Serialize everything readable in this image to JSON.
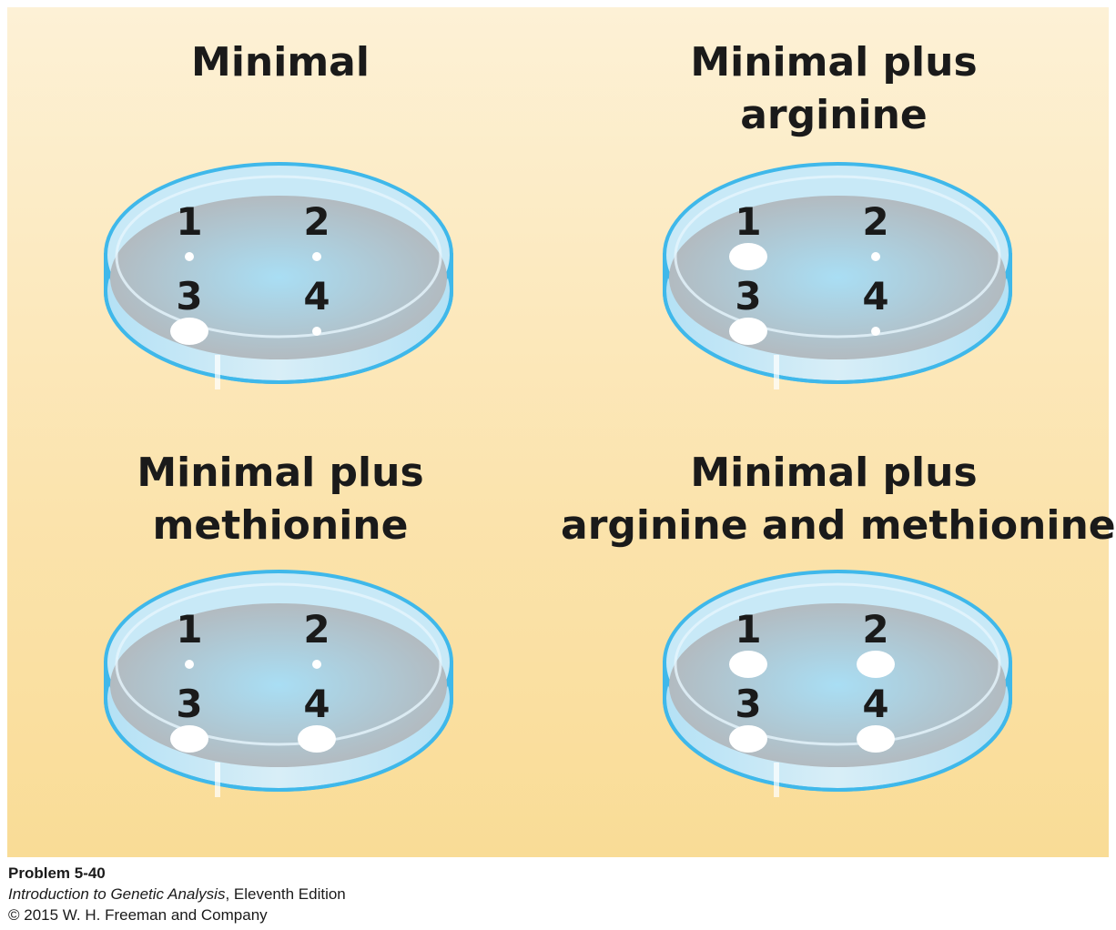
{
  "plates": [
    {
      "title_lines": [
        "Minimal"
      ],
      "spots": [
        {
          "label": "1",
          "growth": false
        },
        {
          "label": "2",
          "growth": false
        },
        {
          "label": "3",
          "growth": true
        },
        {
          "label": "4",
          "growth": false
        }
      ]
    },
    {
      "title_lines": [
        "Minimal plus",
        "arginine"
      ],
      "spots": [
        {
          "label": "1",
          "growth": true
        },
        {
          "label": "2",
          "growth": false
        },
        {
          "label": "3",
          "growth": true
        },
        {
          "label": "4",
          "growth": false
        }
      ]
    },
    {
      "title_lines": [
        "Minimal plus",
        "methionine"
      ],
      "spots": [
        {
          "label": "1",
          "growth": false
        },
        {
          "label": "2",
          "growth": false
        },
        {
          "label": "3",
          "growth": true
        },
        {
          "label": "4",
          "growth": true
        }
      ]
    },
    {
      "title_lines": [
        "Minimal plus",
        "arginine and methionine"
      ],
      "spots": [
        {
          "label": "1",
          "growth": true
        },
        {
          "label": "2",
          "growth": true
        },
        {
          "label": "3",
          "growth": true
        },
        {
          "label": "4",
          "growth": true
        }
      ]
    }
  ],
  "caption": {
    "problem": "Problem 5-40",
    "book_title": "Introduction to Genetic Analysis",
    "edition": ", Eleventh Edition",
    "copyright": "© 2015 W. H. Freeman and Company"
  },
  "colors": {
    "dish_rim": "#3fb8ea",
    "agar_center": "#a9def4",
    "agar_edge": "#b3b7bb",
    "background_top": "#fdf1d6",
    "background_bottom": "#f9dc96"
  }
}
